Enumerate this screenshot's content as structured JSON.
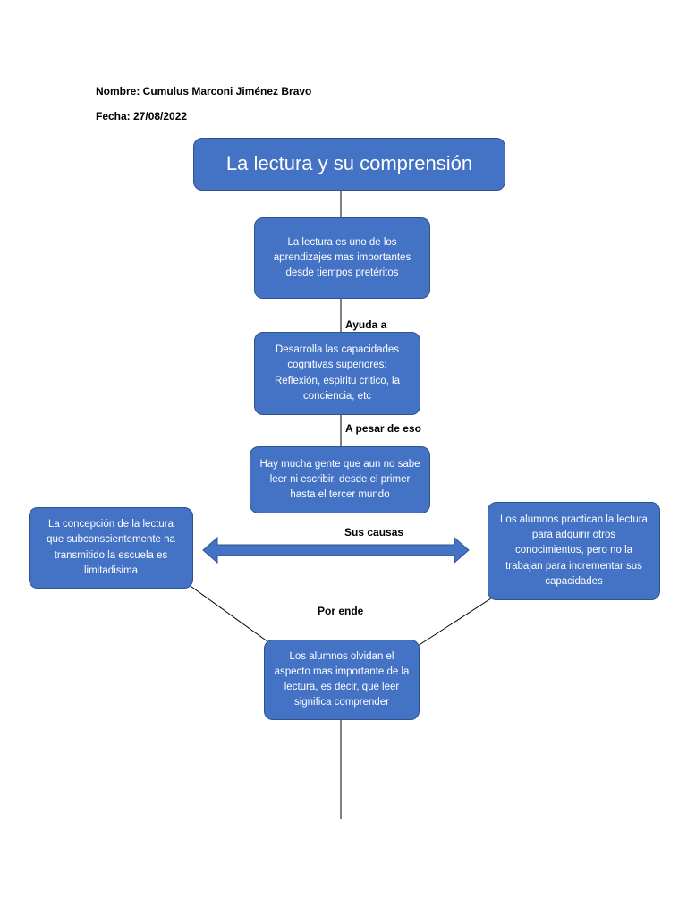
{
  "header": {
    "name": "Nombre: Cumulus Marconi Jiménez Bravo",
    "date": "Fecha: 27/08/2022"
  },
  "title": "La lectura y su comprensión",
  "nodes": {
    "intro": "La lectura es uno de los aprendizajes mas importantes desde tiempos pretéritos",
    "capacidades": "Desarrolla las capacidades cognitivas superiores: Reflexión, espiritu critico, la conciencia, etc",
    "problema": "Hay mucha gente que aun no sabe leer ni escribir, desde el primer hasta el tercer mundo",
    "causa_izquierda": "La concepción de la lectura que subconscientemente ha transmitido la escuela es limitadisima",
    "causa_derecha": "Los alumnos practican la lectura para adquirir otros conocimientos, pero no la trabajan para incrementar sus capacidades",
    "consecuencia": "Los alumnos olvidan el aspecto mas importante de la lectura, es decir, que leer significa comprender"
  },
  "connectors": {
    "ayuda": "Ayuda a",
    "a_pesar": "A pesar de eso",
    "causas": "Sus causas",
    "por_ende": "Por ende"
  },
  "colors": {
    "box_fill": "#4472c4",
    "box_border": "#2f528f",
    "line": "#000000"
  }
}
